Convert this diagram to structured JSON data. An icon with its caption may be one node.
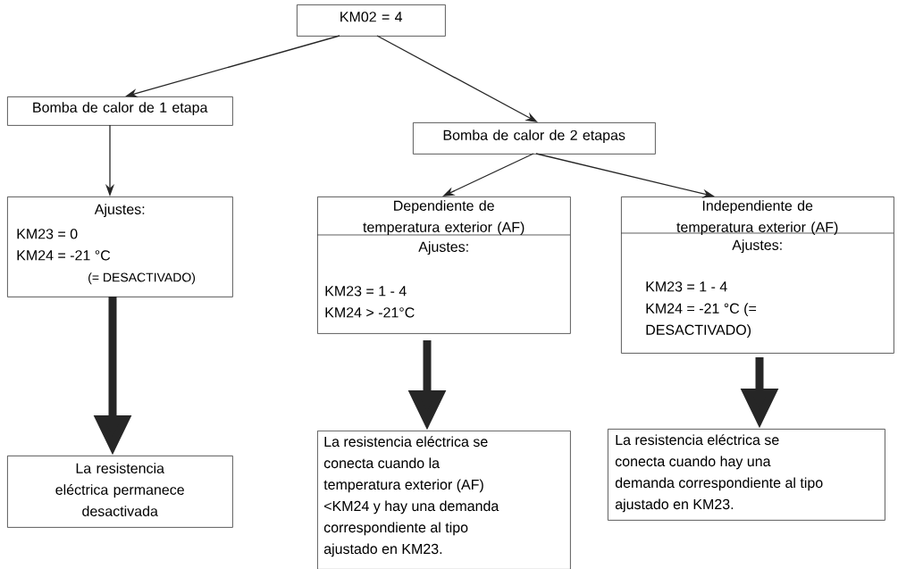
{
  "diagram": {
    "nodes": [
      {
        "text": [
          "KM02 = 4"
        ]
      },
      {
        "text": [
          "Bomba de calor de 1 etapa"
        ]
      },
      {
        "text": [
          "Bomba de calor de 2 etapas"
        ]
      },
      {
        "text": [
          "Ajustes:",
          "KM23 = 0",
          "KM24 = -21 °C",
          "(= DESACTIVADO)"
        ]
      },
      {
        "text": [
          "Dependiente de temperatura exterior (AF)",
          "Ajustes:",
          "KM23 = 1 - 4",
          "KM24 > -21°C"
        ]
      },
      {
        "text": [
          "Independiente de temperatura exterior (AF)",
          "Ajustes:",
          "KM23 = 1 - 4",
          "KM24 = -21 °C (= DESACTIVADO)"
        ]
      },
      {
        "text": [
          "La resistencia eléctrica permanece desactivada"
        ]
      },
      {
        "text": [
          "La resistencia eléctrica se conecta cuando la temperatura exterior (AF) <KM24 y hay una demanda correspondiente al tipo ajustado en KM23."
        ]
      },
      {
        "text": [
          "La resistencia eléctrica se conecta cuando hay una demanda correspondiente al tipo ajustado en KM23."
        ]
      }
    ],
    "edges": [
      {
        "from": 0,
        "to": 1,
        "arrow": "to"
      },
      {
        "from": 0,
        "to": 2,
        "arrow": "to"
      },
      {
        "from": 1,
        "to": 3,
        "arrow": "to"
      },
      {
        "from": 2,
        "to": 4,
        "arrow": "to"
      },
      {
        "from": 2,
        "to": 5,
        "arrow": "to"
      },
      {
        "from": 3,
        "to": 6,
        "arrow": "to",
        "style": "thick"
      },
      {
        "from": 4,
        "to": 7,
        "arrow": "to",
        "style": "thick"
      },
      {
        "from": 5,
        "to": 8,
        "arrow": "to",
        "style": "thick"
      }
    ]
  }
}
